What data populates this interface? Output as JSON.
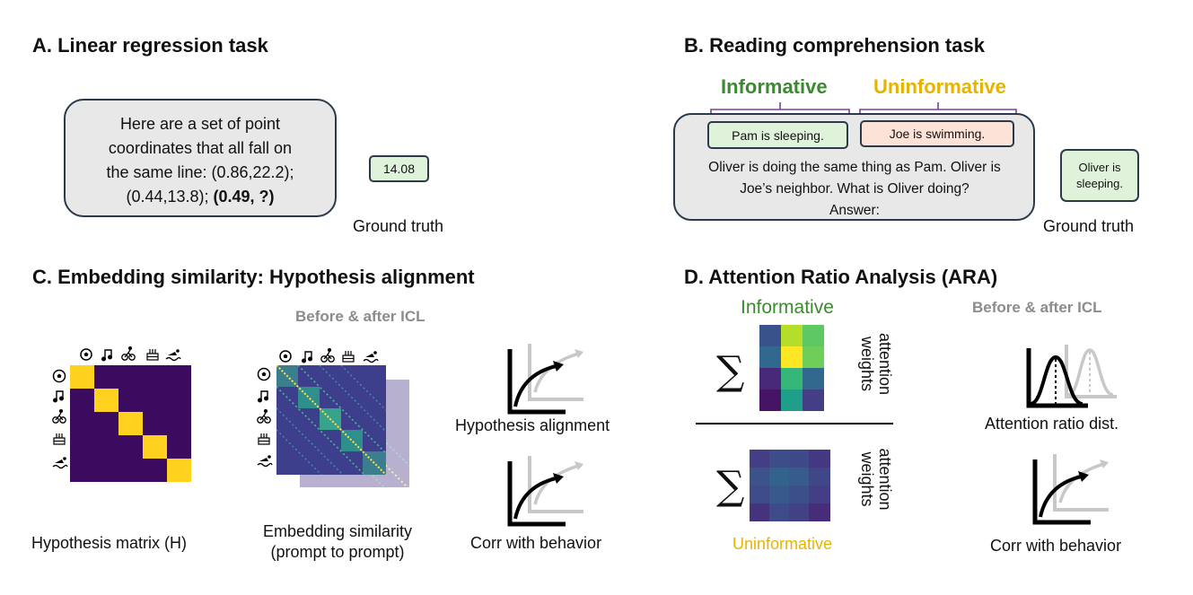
{
  "panelA": {
    "title": "A. Linear regression task",
    "prompt_lines": [
      "Here are a set of point",
      "coordinates that all fall on",
      "the same line: (0.86,22.2);"
    ],
    "prompt_last_plain": "(0.44,13.8); ",
    "prompt_last_bold": "(0.49, ?)",
    "answer": "14.08",
    "ground_truth": "Ground truth"
  },
  "panelB": {
    "title": "B. Reading comprehension task",
    "informative": "Informative",
    "uninformative": "Uninformative",
    "chip_informative": "Pam is sleeping.",
    "chip_uninformative": "Joe is swimming.",
    "question_lines": [
      "Oliver is doing the same thing as Pam. Oliver is",
      "Joe’s neighbor. What is Oliver doing?",
      "Answer:"
    ],
    "answer_lines": [
      "Oliver is",
      "sleeping."
    ],
    "ground_truth": "Ground truth"
  },
  "panelC": {
    "title": "C. Embedding similarity: Hypothesis alignment",
    "before_after": "Before & after ICL",
    "hyp_matrix_label": "Hypothesis matrix (H)",
    "emb_label_line1": "Embedding similarity",
    "emb_label_line2": "(prompt to prompt)",
    "alignment_label": "Hypothesis alignment",
    "corr_label": "Corr with behavior",
    "icons": [
      "soccer-ball-icon",
      "music-note-icon",
      "cyclist-icon",
      "cake-icon",
      "swimmer-icon"
    ]
  },
  "panelD": {
    "title": "D. Attention Ratio Analysis (ARA)",
    "informative": "Informative",
    "uninformative": "Uninformative",
    "sigma": "∑",
    "attention_weights_line1": "attention",
    "attention_weights_line2": "weights",
    "before_after": "Before & after ICL",
    "ratio_label": "Attention ratio dist.",
    "corr_label": "Corr with behavior"
  },
  "colors": {
    "informative": "#3a8a2e",
    "uninformative": "#e8b300",
    "bracket": "#7b3fa0",
    "matrix_bg": "#3b0b5f",
    "matrix_diag": "#ffd21f"
  }
}
